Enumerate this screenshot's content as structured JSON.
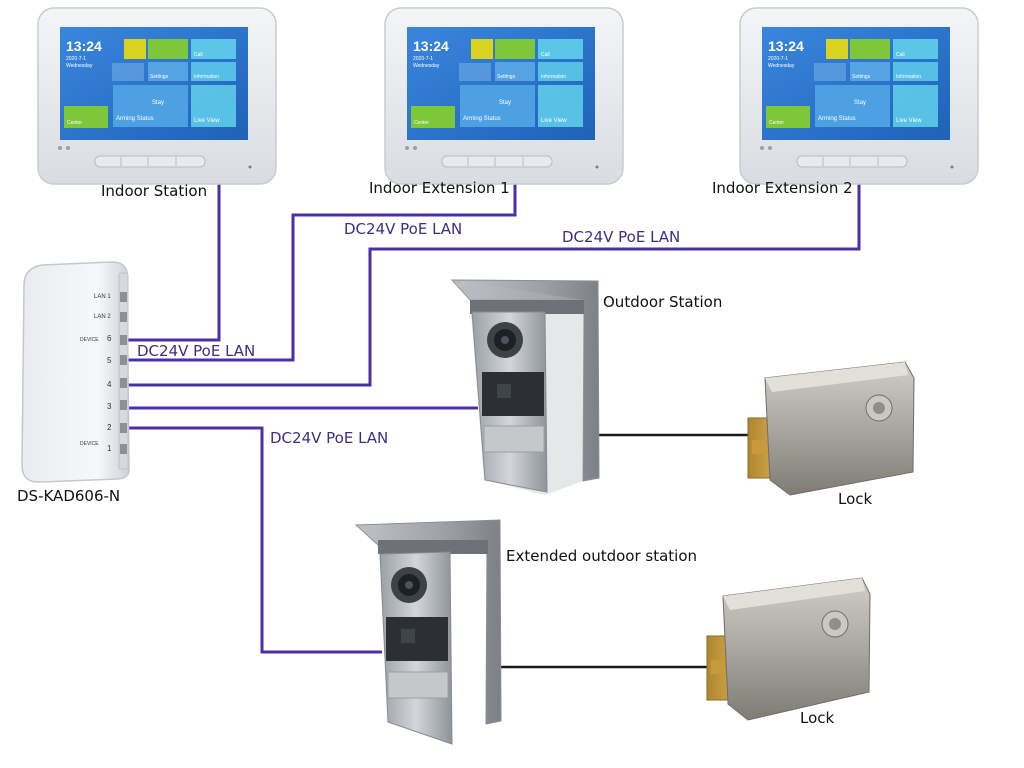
{
  "colors": {
    "cable": "#4a2fa8",
    "lock_wire": "#1a1a1a",
    "label_text": "#111111",
    "cable_label_text": "#3b2f84",
    "screen_blue": "#2f7fd8",
    "tile_green": "#7ec63a",
    "tile_yellow": "#d9d21e",
    "tile_cyan": "#5cc6e8"
  },
  "labels": {
    "indoor_station": "Indoor Station",
    "indoor_extension_1": "Indoor Extension 1",
    "indoor_extension_2": "Indoor Extension 2",
    "outdoor_station": "Outdoor Station",
    "extended_outdoor_station": "Extended outdoor station",
    "switch": "DS-KAD606-N",
    "lock_1": "Lock",
    "lock_2": "Lock"
  },
  "cable_labels": {
    "cable_1": "DC24V PoE LAN",
    "cable_2": "DC24V PoE LAN",
    "cable_3": "DC24V PoE LAN",
    "cable_4": "DC24V PoE LAN"
  },
  "monitor_screen": {
    "time": "13:24",
    "date": "2020-7-1",
    "day": "Wednesday",
    "tiles": {
      "call": "Call",
      "settings": "Settings",
      "information": "Information",
      "center": "Center",
      "arming_status": "Arming Status",
      "stay": "Stay",
      "live_view": "Live View"
    }
  },
  "switch_ports": {
    "lan1": "LAN 1",
    "lan2": "LAN 2",
    "device_top": "DEVICE",
    "device_bottom": "DEVICE",
    "p6": "6",
    "p5": "5",
    "p4": "4",
    "p3": "3",
    "p2": "2",
    "p1": "1"
  },
  "icons": [
    "indoor-monitor-icon",
    "switch-icon",
    "outdoor-station-icon",
    "lock-icon",
    "camera-icon"
  ]
}
